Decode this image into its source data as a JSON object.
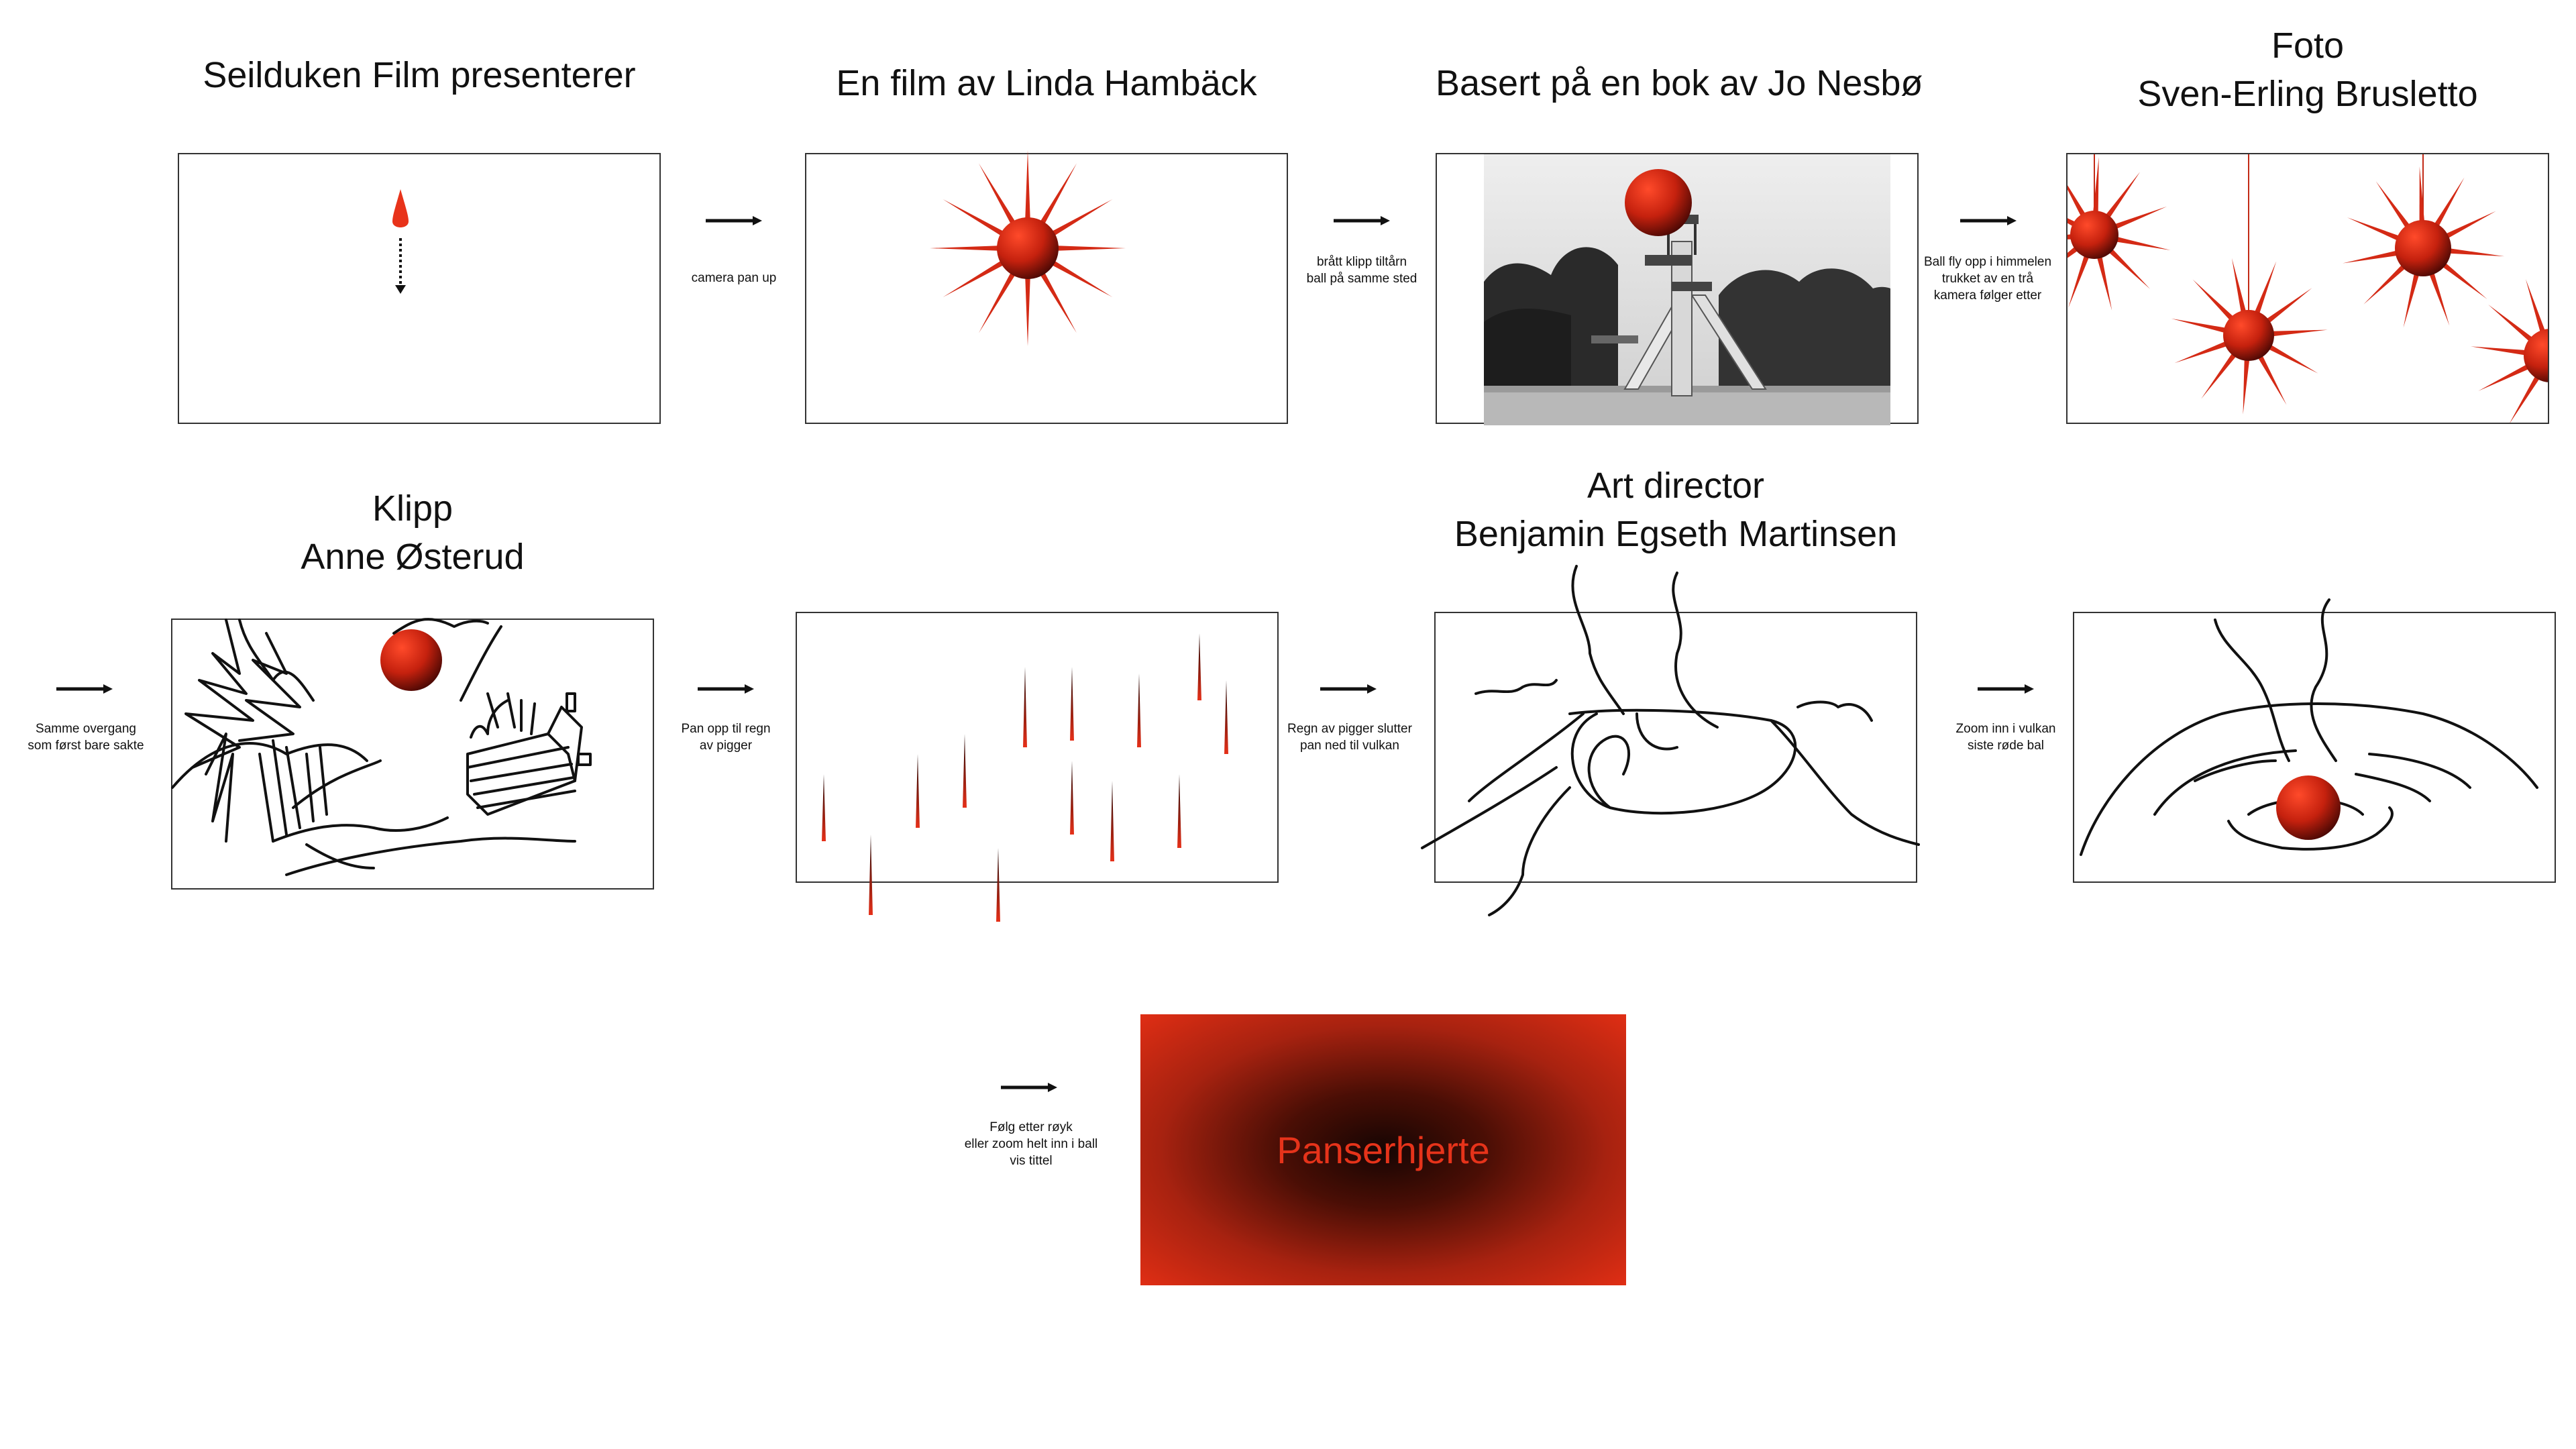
{
  "panels": [
    {
      "id": "p1",
      "title_lines": [
        "Seilduken Film presenterer"
      ]
    },
    {
      "id": "p2",
      "title_lines": [
        "En film av Linda Hambäck"
      ]
    },
    {
      "id": "p3",
      "title_lines": [
        "Basert på en bok av Jo Nesbø"
      ]
    },
    {
      "id": "p4",
      "title_lines": [
        "Foto",
        "Sven-Erling Brusletto"
      ]
    },
    {
      "id": "p5",
      "title_lines": [
        "Klipp",
        "Anne Østerud"
      ]
    },
    {
      "id": "p6",
      "title_lines": []
    },
    {
      "id": "p7",
      "title_lines": [
        "Art director",
        "Benjamin Egseth Martinsen"
      ]
    },
    {
      "id": "p8",
      "title_lines": []
    },
    {
      "id": "p9",
      "title_lines": []
    }
  ],
  "notes": [
    {
      "id": "n1",
      "lines": [
        "camera pan up"
      ]
    },
    {
      "id": "n2",
      "lines": [
        "brått klipp tiltårn",
        "ball på samme sted"
      ]
    },
    {
      "id": "n3",
      "lines": [
        "Ball fly opp i himmelen",
        "trukket av en trå",
        "kamera følger etter"
      ]
    },
    {
      "id": "n4",
      "lines": [
        "Samme overgang",
        "som først bare sakte"
      ]
    },
    {
      "id": "n5",
      "lines": [
        "Pan opp til regn",
        "av pigger"
      ]
    },
    {
      "id": "n6",
      "lines": [
        "Regn av pigger slutter",
        "pan ned til vulkan"
      ]
    },
    {
      "id": "n7",
      "lines": [
        "Zoom inn i vulkan",
        "siste røde bal"
      ]
    },
    {
      "id": "n8",
      "lines": [
        "Følg etter røyk",
        "eller zoom helt inn i ball",
        "vis tittel"
      ]
    }
  ],
  "final_title": "Panserhjerte",
  "colors": {
    "accent_red": "#e8331a",
    "dark_red": "#3a0a04",
    "stroke": "#111111"
  }
}
